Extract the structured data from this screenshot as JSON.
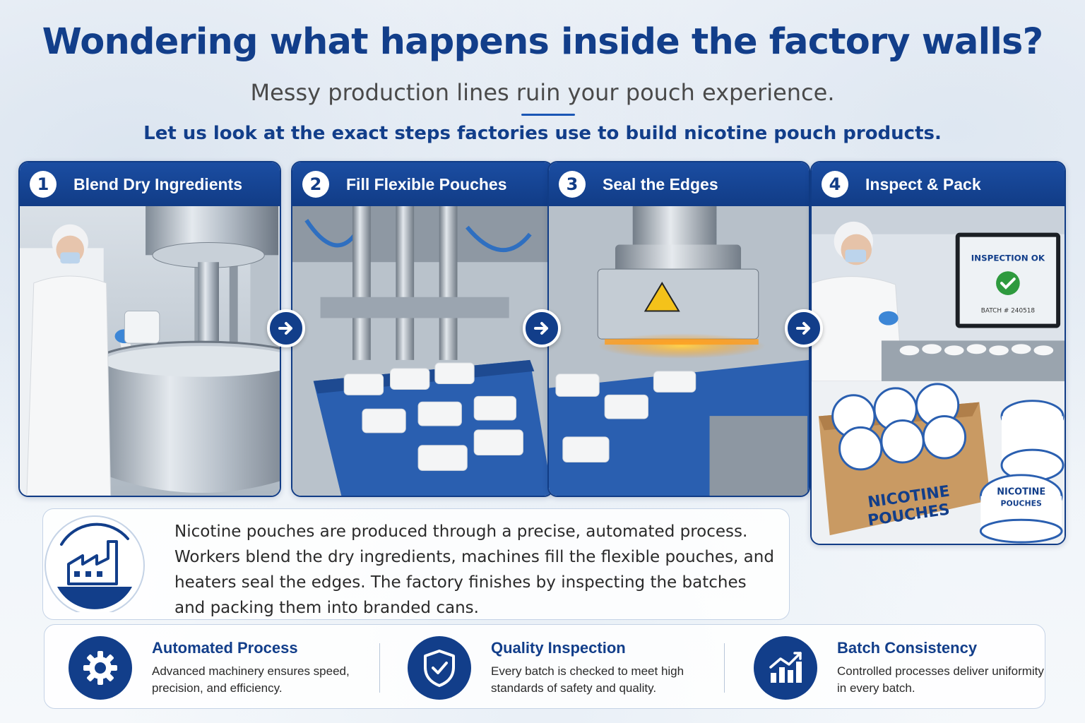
{
  "header": {
    "title": "Wondering what happens inside the factory walls?",
    "subtitle": "Messy production lines ruin your pouch experience.",
    "lead": "Let us look at the exact steps factories use to build nicotine pouch products."
  },
  "steps": [
    {
      "number": "1",
      "title": "Blend Dry Ingredients"
    },
    {
      "number": "2",
      "title": "Fill Flexible Pouches"
    },
    {
      "number": "3",
      "title": "Seal the Edges"
    },
    {
      "number": "4",
      "title": "Inspect & Pack"
    }
  ],
  "inspection_screen": {
    "status": "INSPECTION OK",
    "batch": "BATCH # 240518"
  },
  "product": {
    "can_label_line1": "NICOTINE",
    "can_label_line2": "POUCHES",
    "box_label_line1": "NICOTINE",
    "box_label_line2": "POUCHES"
  },
  "description": "Nicotine pouches are produced through a precise, automated process. Workers blend the dry ingredients, machines fill the flexible pouches, and heaters seal the edges. The factory finishes by inspecting the batches and packing them into branded cans.",
  "features": [
    {
      "icon": "gear-icon",
      "title": "Automated Process",
      "text": "Advanced machinery ensures speed, precision, and efficiency."
    },
    {
      "icon": "shield-check-icon",
      "title": "Quality Inspection",
      "text": "Every batch is checked to meet high standards of safety and quality."
    },
    {
      "icon": "growth-chart-icon",
      "title": "Batch Consistency",
      "text": "Controlled processes deliver uniformity in every batch."
    }
  ],
  "colors": {
    "brand_navy": "#123e8a",
    "steel": "#aab4bf",
    "conveyor_blue": "#2a5fb0",
    "inspection_green": "#2e9a3e",
    "cardboard": "#c99a63"
  }
}
